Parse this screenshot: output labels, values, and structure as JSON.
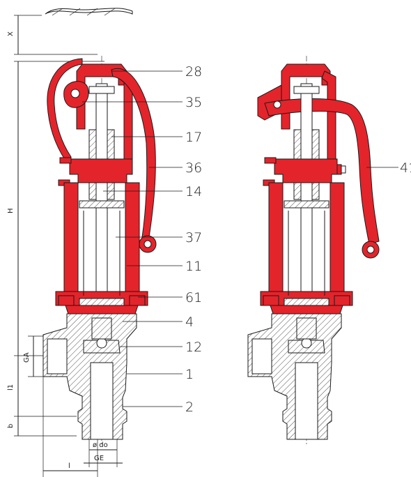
{
  "part_labels": {
    "left": [
      "28",
      "35",
      "17",
      "36",
      "14",
      "37",
      "11",
      "61",
      "4",
      "12",
      "1",
      "2"
    ],
    "right": [
      "41"
    ]
  },
  "dimension_labels": {
    "x": "X",
    "h": "H",
    "ga": "GA",
    "l1": "l1",
    "b": "b",
    "do": "ø do",
    "ge": "GE",
    "l": "l"
  },
  "colors": {
    "highlight": "#e4242b",
    "line": "#1a1a1a",
    "background": "#ffffff"
  }
}
